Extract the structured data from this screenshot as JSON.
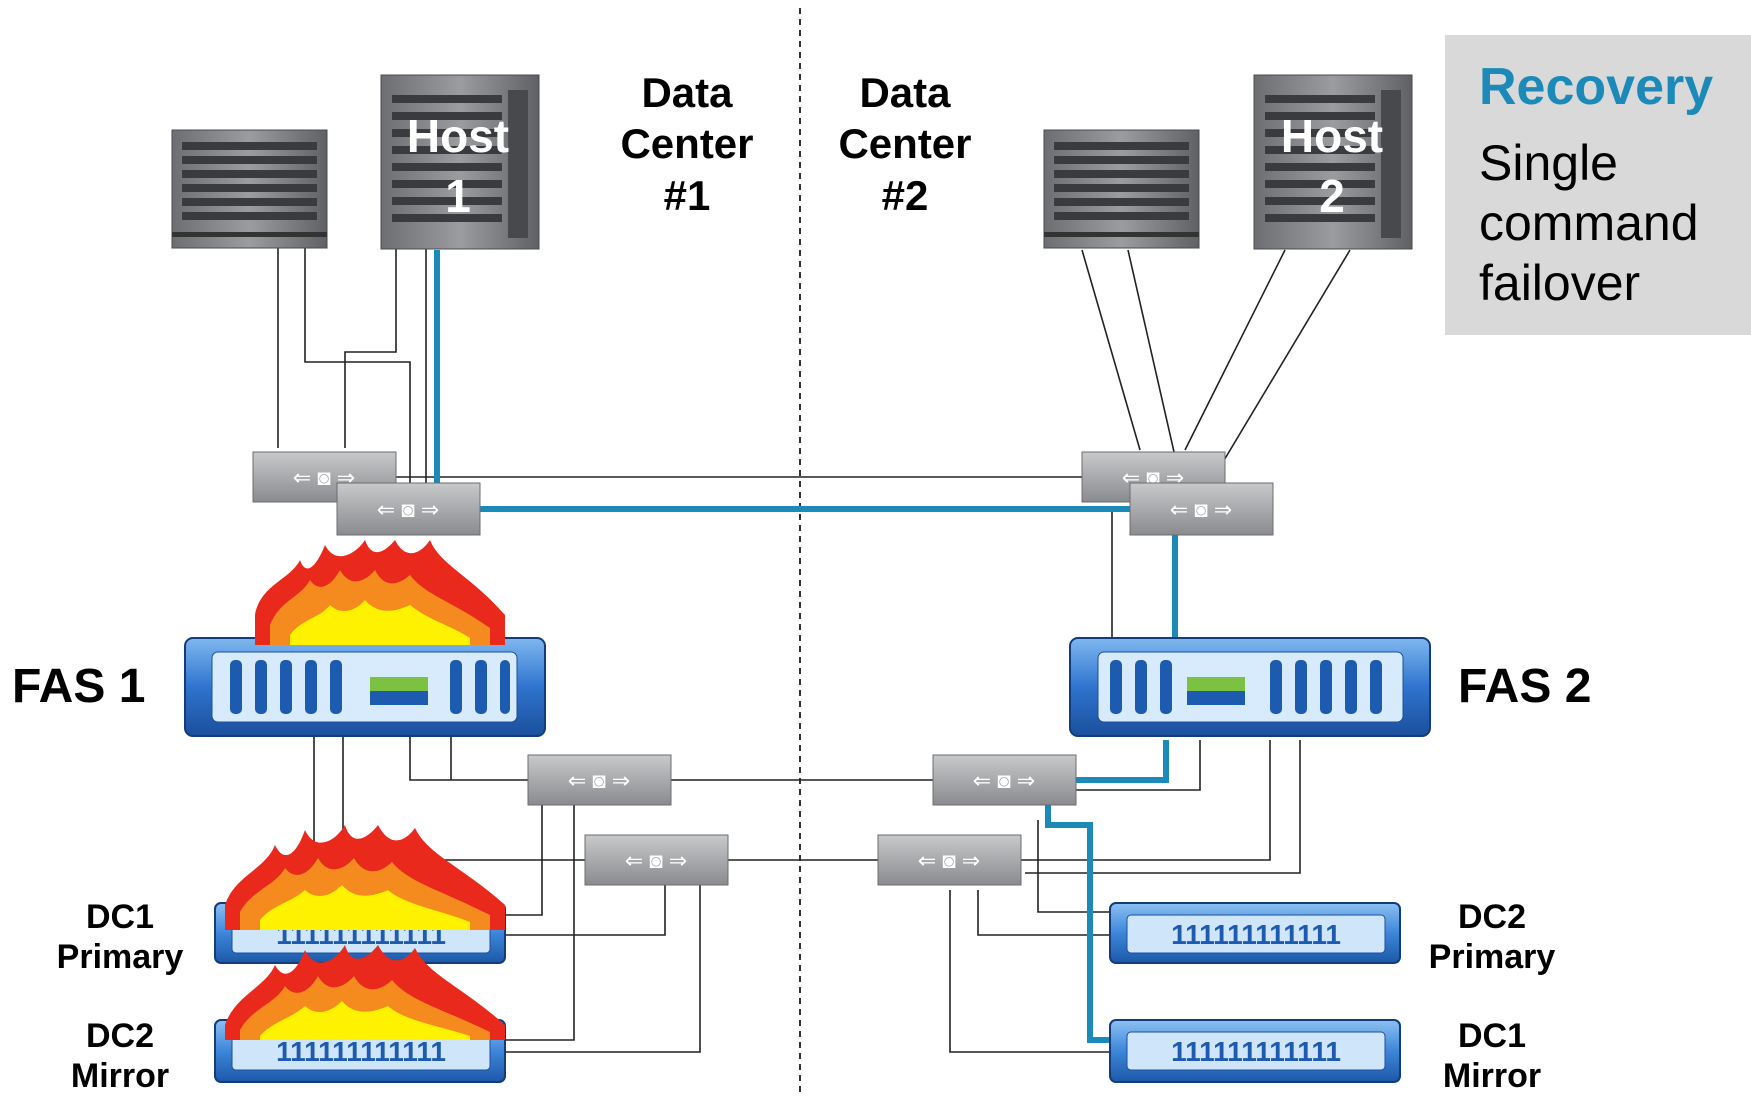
{
  "datacenters": {
    "dc1": {
      "line1": "Data",
      "line2": "Center",
      "line3": "#1"
    },
    "dc2": {
      "line1": "Data",
      "line2": "Center",
      "line3": "#2"
    }
  },
  "hosts": {
    "host1": {
      "line1": "Host",
      "line2": "1"
    },
    "host2": {
      "line1": "Host",
      "line2": "2"
    }
  },
  "controllers": {
    "fas1": "FAS 1",
    "fas2": "FAS 2"
  },
  "shelves": {
    "left_top": {
      "line1": "DC1",
      "line2": "Primary"
    },
    "left_bottom": {
      "line1": "DC2",
      "line2": "Mirror"
    },
    "right_top": {
      "line1": "DC2",
      "line2": "Primary"
    },
    "right_bottom": {
      "line1": "DC1",
      "line2": "Mirror"
    }
  },
  "recovery_box": {
    "title": "Recovery",
    "line1": "Single",
    "line2": "command",
    "line3": "failover"
  },
  "colors": {
    "link_highlight": "#1b8ab8",
    "recovery_title": "#1b8ab8",
    "recovery_box_bg": "#d9d9d9",
    "fire_outer": "#e8291c",
    "fire_mid": "#f58a1f",
    "fire_inner": "#fff200"
  }
}
